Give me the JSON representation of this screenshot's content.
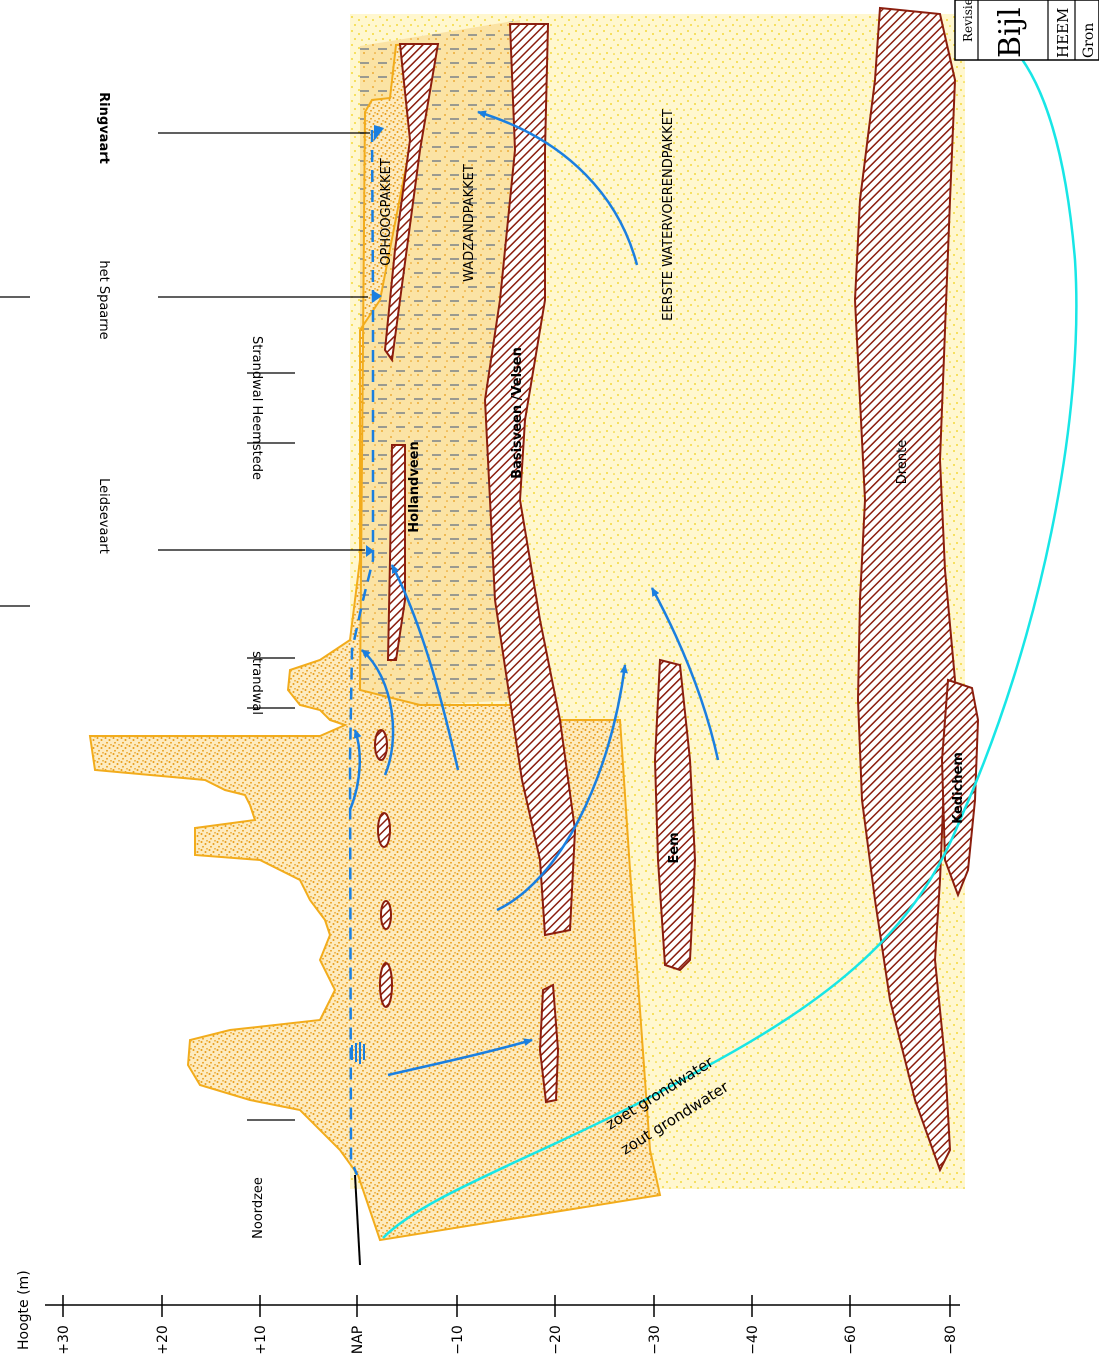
{
  "axis": {
    "title": "Hoogte  (m)",
    "ticks": [
      "+30",
      "+20",
      "+10",
      "NAP",
      "−10",
      "−20",
      "−30",
      "−40",
      "−60",
      "−80"
    ]
  },
  "places": {
    "noordzee": "Noordzee",
    "strandwal": "strandwal",
    "leidsevaart": "Leidsevaart",
    "strandwal_heemstede": "Strandwal  Heemstede",
    "spaarne": "het  Spaarne",
    "ringvaart": "Ringvaart"
  },
  "layers": {
    "ophoogpakket": "OPHOOGPAKKET",
    "wadzandpakket": "WADZANDPAKKET",
    "eerste_watervoerend": "EERSTE  WATERVOERENDPAKKET",
    "hollandveen": "Hollandveen",
    "basisveen": "Basisveen /Velsen",
    "eem": "Eem",
    "drente": "Drente",
    "kedichem": "Kedichem"
  },
  "water": {
    "zoet": "zoet  grondwater",
    "zout": "zout  grondwater"
  },
  "titleblock": {
    "revision": "Revisie",
    "bijlage": "Bijl",
    "heem": "HEEM",
    "grond": "Gron"
  },
  "colors": {
    "dune_sand": "#f7b733",
    "sand_dots": "#e8a020",
    "wad_sand": "#ffe9a8",
    "aquifer": "#fff6c8",
    "aquifer_dots": "#f2d200",
    "peat": "#8b1e0e",
    "flow_arrow": "#1a7fe0",
    "salt_fresh_boundary": "#18e6e6"
  }
}
